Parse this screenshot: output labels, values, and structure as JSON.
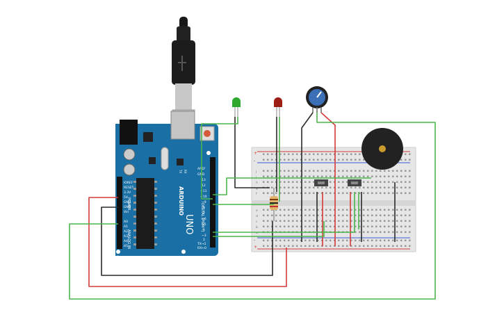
{
  "arduino": {
    "brand": "ARDUINO",
    "model": "UNO",
    "digital_header": "DIGITAL (PWM~)",
    "tx_label": "TX",
    "rx_label": "RX",
    "power_header": "POWER",
    "analog_header": "ANALOG IN",
    "top_pins": [
      "AREF",
      "GND",
      "13",
      "12",
      "~11",
      "~10",
      "~9",
      "8"
    ],
    "bottom_pins": [
      "7",
      "~6",
      "~5",
      "4",
      "~3",
      "2",
      "TX→1",
      "RX←0"
    ],
    "power_pins": [
      "IOREF",
      "RESET",
      "3.3V",
      "5V",
      "GND",
      "GND",
      "Vin"
    ],
    "analog_pins": [
      "A0",
      "A1",
      "A2",
      "A3",
      "A4",
      "A5"
    ]
  },
  "breadboard": {
    "rail_plus": "+",
    "rail_minus": "-",
    "row_letters_top": [
      "j",
      "i",
      "h",
      "g",
      "f"
    ],
    "row_letters_bottom": [
      "e",
      "d",
      "c",
      "b",
      "a"
    ]
  },
  "components": {
    "leds": [
      {
        "name": "green-led",
        "color": "#2fa82f"
      },
      {
        "name": "red-led",
        "color": "#9b1d14"
      }
    ],
    "potentiometer_color": "#3b6fb6",
    "buzzer_color": "#222222"
  },
  "colors": {
    "board_blue": "#1a6fa4",
    "wire_red": "#d43a3a",
    "wire_black": "#2a2a2a",
    "wire_green": "#4cb54c",
    "breadboard": "#e6e6e6"
  }
}
